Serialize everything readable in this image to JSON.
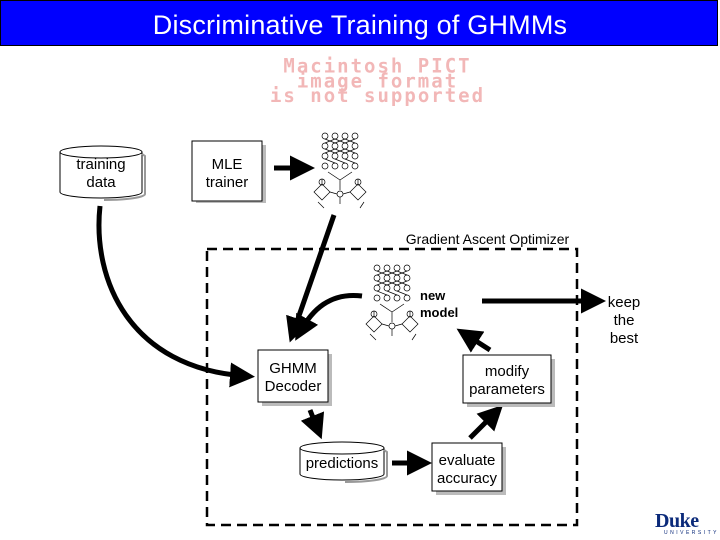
{
  "slide": {
    "title": "Discriminative Training of GHMMs",
    "title_bg_color": "#0000ff",
    "title_text_color": "#ffffff"
  },
  "pict_notice": {
    "lines": [
      "Macintosh PICT",
      "image format",
      "is not supported"
    ],
    "color": "#f2b7b7"
  },
  "diagram": {
    "training_data": {
      "line1": "training",
      "line2": "data"
    },
    "mle_trainer": {
      "line1": "MLE",
      "line2": "trainer"
    },
    "optimizer_label": "Gradient Ascent Optimizer",
    "new_model": {
      "line1": "new",
      "line2": "model"
    },
    "keep_best": {
      "line1": "keep",
      "line2": "the",
      "line3": "best"
    },
    "ghmm_decoder": {
      "line1": "GHMM",
      "line2": "Decoder"
    },
    "modify_parameters": {
      "line1": "modify",
      "line2": "parameters"
    },
    "predictions": "predictions",
    "evaluate_accuracy": {
      "line1": "evaluate",
      "line2": "accuracy"
    }
  },
  "logo": {
    "name": "Duke",
    "subtitle": "UNIVERSITY",
    "color": "#0b2a7a"
  }
}
